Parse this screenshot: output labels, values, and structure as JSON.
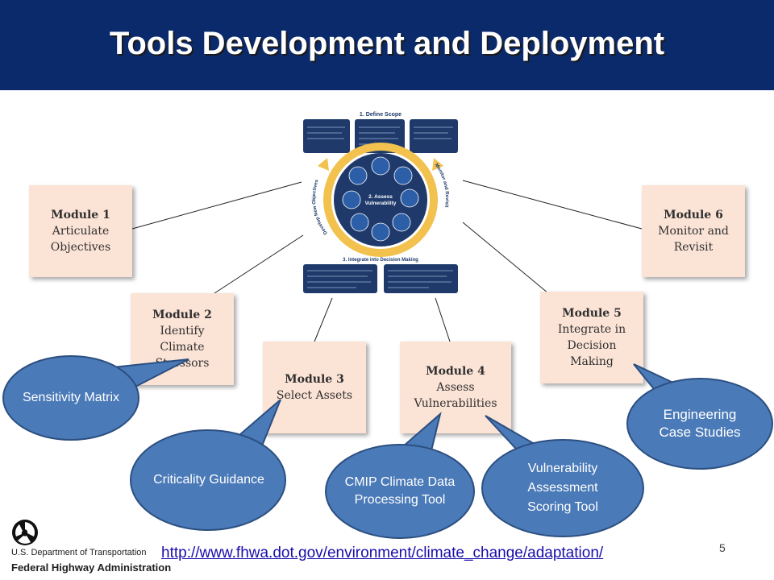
{
  "header": {
    "title": "Tools Development and Deployment"
  },
  "modules": [
    {
      "title": "Module 1",
      "lines": [
        "Articulate",
        "Objectives"
      ]
    },
    {
      "title": "Module 2",
      "lines": [
        "Identify",
        "Climate",
        "Stressors"
      ]
    },
    {
      "title": "Module 3",
      "lines": [
        "Select Assets"
      ]
    },
    {
      "title": "Module 4",
      "lines": [
        "Assess",
        "Vulnerabilities"
      ]
    },
    {
      "title": "Module 5",
      "lines": [
        "Integrate in",
        "Decision",
        "Making"
      ]
    },
    {
      "title": "Module 6",
      "lines": [
        "Monitor and",
        "Revisit"
      ]
    }
  ],
  "bubbles": {
    "sensitivity": "Sensitivity Matrix",
    "criticality": "Criticality Guidance",
    "cmip_line1": "CMIP Climate Data",
    "cmip_line2": "Processing Tool",
    "vuln_line1": "Vulnerability",
    "vuln_line2": "Assessment",
    "vuln_line3": "Scoring Tool",
    "eng_line1": "Engineering",
    "eng_line2": "Case Studies"
  },
  "graphic": {
    "top_label": "1. Define Scope",
    "center_line1": "2. Assess",
    "center_line2": "Vulnerability",
    "bottom_label": "3. Integrate into Decision Making",
    "left_arc": "Develop New Objectives",
    "right_arc": "Monitor and Revisit"
  },
  "footer": {
    "url": "http://www.fhwa.dot.gov/environment/climate_change/adaptation/",
    "page_number": "5",
    "agency_line1": "U.S. Department of Transportation",
    "agency_line2": "Federal Highway Administration"
  },
  "colors": {
    "header_bg": "#0b2a6b",
    "module_bg": "#fbe3d6",
    "bubble_fill": "#4a7ab8",
    "bubble_stroke": "#2c4f80",
    "graphic_navy": "#1f3a6a",
    "graphic_arrow": "#f2c14e"
  }
}
